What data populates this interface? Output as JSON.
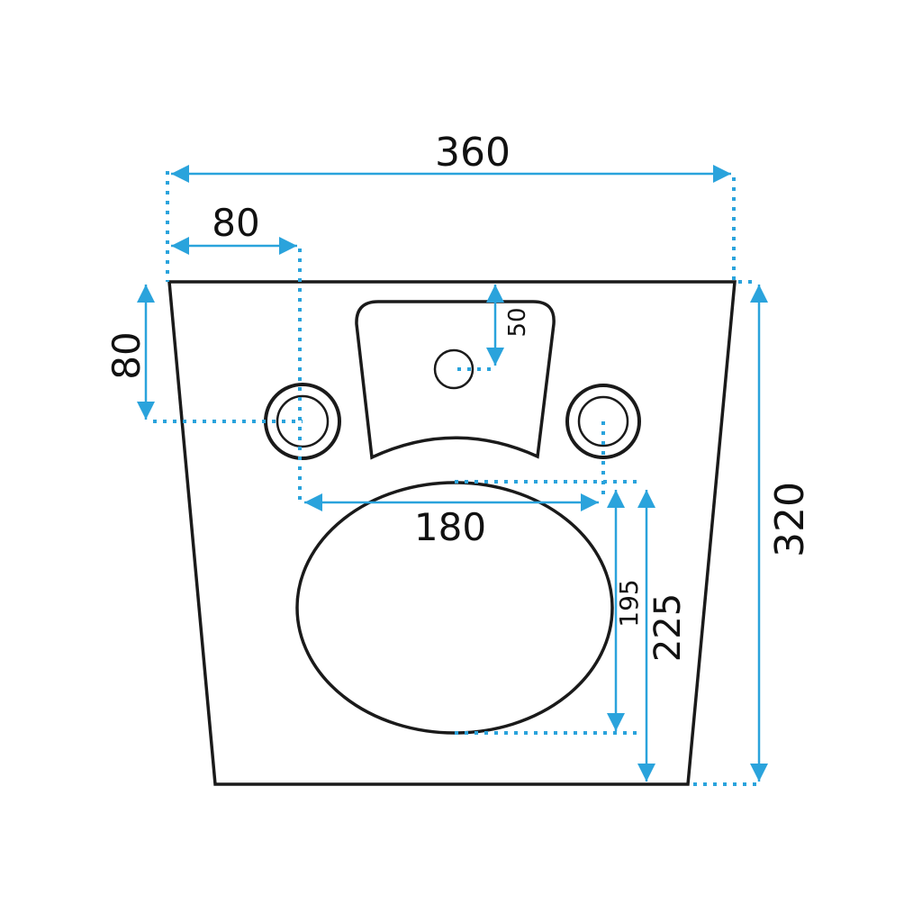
{
  "dimensions": {
    "overall_width": "360",
    "ring_offset_x": "80",
    "ring_offset_y": "80",
    "tap_hole_offset": "50",
    "ring_spacing": "180",
    "basin_depth": "195",
    "basin_offset": "225",
    "overall_height": "320"
  },
  "colors": {
    "dimension_line": "#2aa3dc",
    "outline": "#1a1a1a"
  }
}
